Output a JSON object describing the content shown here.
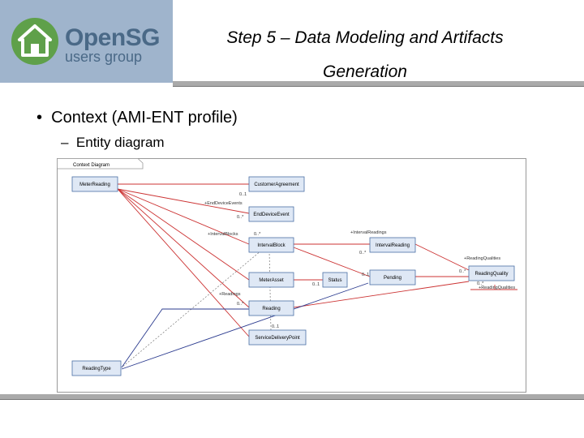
{
  "logo": {
    "brand": "OpenSG",
    "tagline": "users group",
    "icon": "house-icon"
  },
  "slide": {
    "title_line1": "Step 5 – Data Modeling and Artifacts",
    "title_line2": "Generation",
    "bullet": "Context (AMI-ENT profile)",
    "sub_bullet": "Entity diagram"
  },
  "diagram": {
    "frame_title": "Context Diagram",
    "boxes": {
      "meter_reading": "MeterReading",
      "customer_agreement": "CustomerAgreement",
      "end_device_event": "EndDeviceEvent",
      "interval_block": "IntervalBlock",
      "meter_asset": "MeterAsset",
      "status": "Status",
      "reading": "Reading",
      "service_delivery_point": "ServiceDeliveryPoint",
      "reading_type": "ReadingType",
      "interval_reading": "IntervalReading",
      "pending": "Pending",
      "reading_quality": "ReadingQuality"
    },
    "edge_labels": {
      "mult_01": "0..1",
      "end_device_events": "+EndDeviceEvents",
      "mult_0n_a": "0..*",
      "interval_blocks": "+IntervalBlocks",
      "mult_0n_b": "0..*",
      "interval_readings": "+IntervalReadings",
      "mult_0n_c": "0..*",
      "reading_qualities": "+ReadingQualities",
      "mult_0n_d": "0..*",
      "mult_01_status": "0..1",
      "mult_01_pending": "0..1",
      "readings": "+Readings",
      "mult_0n_e": "0..*",
      "mult_01_sdp": "0..1",
      "reading_qualities_2": "+ReadingQualities",
      "mult_0n_f": "0..*"
    }
  },
  "colors": {
    "accent_line": "#cc3333",
    "blue_line": "#2b3b8f",
    "box_fill": "#dfe8f5",
    "box_border": "#4a6fa5",
    "rule": "#aaaaaa"
  }
}
